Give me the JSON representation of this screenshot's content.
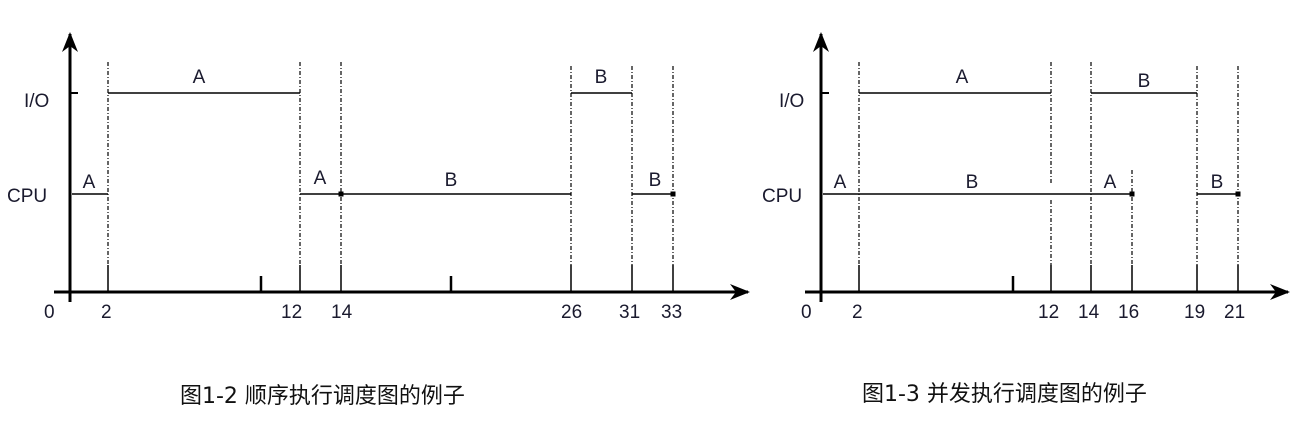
{
  "chart_data": [
    {
      "type": "timeline",
      "title": "图1-2 顺序执行调度图的例子",
      "rows": [
        "I/O",
        "CPU"
      ],
      "x_ticks": [
        0,
        2,
        12,
        14,
        26,
        31,
        33
      ],
      "segments": [
        {
          "row": "CPU",
          "label": "A",
          "start": 0,
          "end": 2
        },
        {
          "row": "I/O",
          "label": "A",
          "start": 2,
          "end": 12
        },
        {
          "row": "CPU",
          "label": "A",
          "start": 12,
          "end": 14
        },
        {
          "row": "CPU",
          "label": "B",
          "start": 14,
          "end": 26
        },
        {
          "row": "I/O",
          "label": "B",
          "start": 26,
          "end": 31
        },
        {
          "row": "CPU",
          "label": "B",
          "start": 31,
          "end": 33
        }
      ]
    },
    {
      "type": "timeline",
      "title": "图1-3 并发执行调度图的例子",
      "rows": [
        "I/O",
        "CPU"
      ],
      "x_ticks": [
        0,
        2,
        12,
        14,
        16,
        19,
        21
      ],
      "segments": [
        {
          "row": "CPU",
          "label": "A",
          "start": 0,
          "end": 2
        },
        {
          "row": "I/O",
          "label": "A",
          "start": 2,
          "end": 12
        },
        {
          "row": "CPU",
          "label": "B",
          "start": 2,
          "end": 14
        },
        {
          "row": "CPU",
          "label": "A",
          "start": 14,
          "end": 16
        },
        {
          "row": "I/O",
          "label": "B",
          "start": 14,
          "end": 19
        },
        {
          "row": "CPU",
          "label": "B",
          "start": 19,
          "end": 21
        }
      ]
    }
  ],
  "left": {
    "caption": "图1-2 顺序执行调度图的例子",
    "row_io": "I/O",
    "row_cpu": "CPU",
    "ticks": [
      "0",
      "2",
      "12",
      "14",
      "26",
      "31",
      "33"
    ],
    "segments": [
      "A",
      "A",
      "A",
      "B",
      "B",
      "B"
    ]
  },
  "right": {
    "caption": "图1-3 并发执行调度图的例子",
    "row_io": "I/O",
    "row_cpu": "CPU",
    "ticks": [
      "0",
      "2",
      "12",
      "14",
      "16",
      "19",
      "21"
    ],
    "segments": [
      "A",
      "A",
      "B",
      "A",
      "B",
      "B"
    ]
  }
}
